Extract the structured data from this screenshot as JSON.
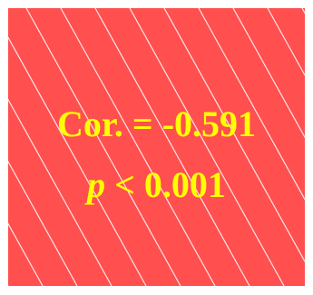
{
  "chart_data": {
    "type": "heatmap",
    "cell": {
      "correlation": -0.591,
      "fill_color": "#ff4f4f",
      "hatch_color": "#ffffff",
      "text_color": "#ffff00",
      "pattern": "diagonal-hatch"
    },
    "annotations": {
      "cor_text": "Cor. = -0.591",
      "p_symbol": "p",
      "p_rest": " < 0.001"
    }
  }
}
